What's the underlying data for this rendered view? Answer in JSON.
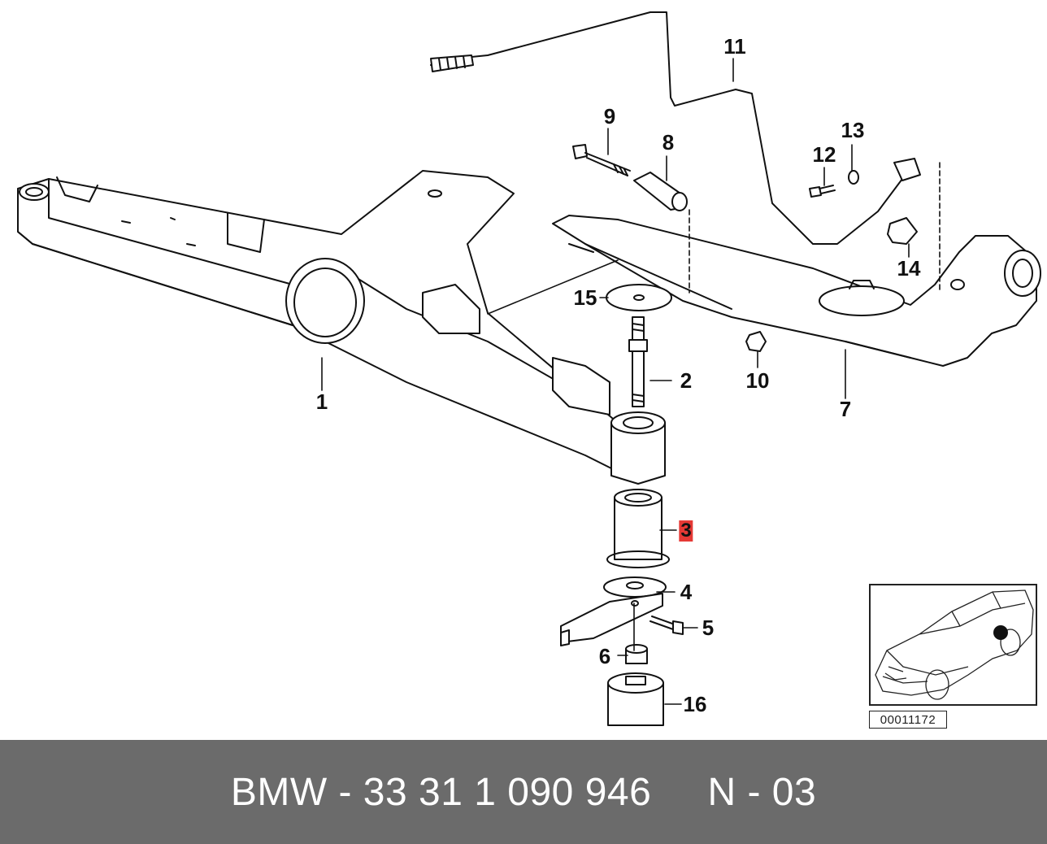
{
  "diagram": {
    "callouts": [
      {
        "id": "1",
        "label": "1"
      },
      {
        "id": "2",
        "label": "2"
      },
      {
        "id": "3",
        "label": "3",
        "highlighted": true
      },
      {
        "id": "4",
        "label": "4"
      },
      {
        "id": "5",
        "label": "5"
      },
      {
        "id": "6",
        "label": "6"
      },
      {
        "id": "7",
        "label": "7"
      },
      {
        "id": "8",
        "label": "8"
      },
      {
        "id": "9",
        "label": "9"
      },
      {
        "id": "10",
        "label": "10"
      },
      {
        "id": "11",
        "label": "11"
      },
      {
        "id": "12",
        "label": "12"
      },
      {
        "id": "13",
        "label": "13"
      },
      {
        "id": "14",
        "label": "14"
      },
      {
        "id": "15",
        "label": "15"
      },
      {
        "id": "16",
        "label": "16"
      }
    ],
    "highlight_color": "#e53935",
    "line_color": "#111111",
    "inset": {
      "reference_number": "00011172",
      "icon": "car-location-icon"
    }
  },
  "footer": {
    "brand": "BMW",
    "part_number": "33 31 1 090 946",
    "code": "N - 03",
    "text": "BMW - 33 31 1 090 946     N - 03",
    "background_color": "#6b6b6b"
  }
}
